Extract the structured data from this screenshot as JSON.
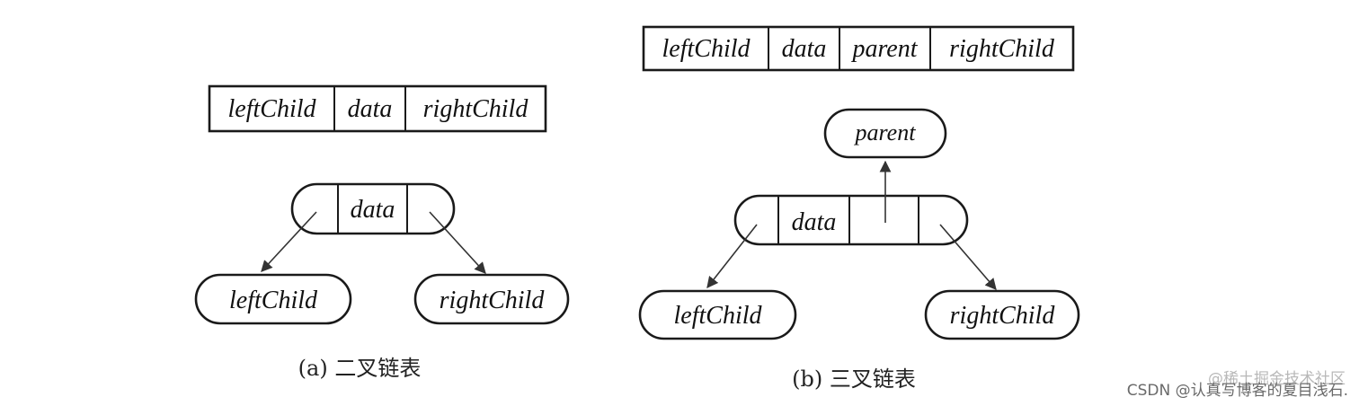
{
  "panel_a": {
    "table": [
      "leftChild",
      "data",
      "rightChild"
    ],
    "node": {
      "data_label": "data"
    },
    "left_child": "leftChild",
    "right_child": "rightChild",
    "caption": "(a) 二叉链表"
  },
  "panel_b": {
    "table": [
      "leftChild",
      "data",
      "parent",
      "rightChild"
    ],
    "parent": "parent",
    "node": {
      "data_label": "data"
    },
    "left_child": "leftChild",
    "right_child": "rightChild",
    "caption": "(b) 三叉链表"
  },
  "watermark": {
    "juejin": "@稀土掘金技术社区",
    "csdn": "CSDN @认真写博客的夏目浅石."
  }
}
